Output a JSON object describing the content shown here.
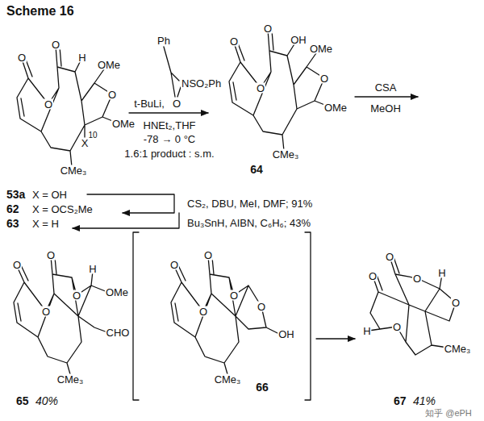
{
  "diagram": {
    "title": "Scheme 16",
    "labels": [
      "Ph",
      "t-BuLi,",
      "O",
      "NSO₂Ph",
      "HNEt₂,THF",
      "-78 → 0 °C",
      "1.6:1 product : s.m.",
      "CSA",
      "MeOH",
      "O",
      "O",
      "H",
      "OMe",
      "O",
      "OMe",
      "10",
      "X",
      "CMe₃",
      "O",
      "O",
      "O",
      "OH",
      "OMe",
      "O",
      "OMe",
      "CMe₃",
      "O",
      "64",
      "53a",
      "X = OH",
      "62",
      "X = OCS₂Me",
      "63",
      "X = H",
      "CS₂, DBU, MeI, DMF; 91%",
      "Bu₃SnH, AIBN, C₆H₆; 43%",
      "O",
      "O",
      "O",
      "O",
      "H",
      "OMe",
      "CHO",
      "CMe₃",
      "65",
      "40%",
      "O",
      "O",
      "O",
      "O",
      "O",
      "OH",
      "CMe₃",
      "66",
      "O",
      "O",
      "O",
      "H",
      "O",
      "O",
      "H",
      "CMe₃",
      "67",
      "41%",
      "知乎 @ePH"
    ]
  }
}
